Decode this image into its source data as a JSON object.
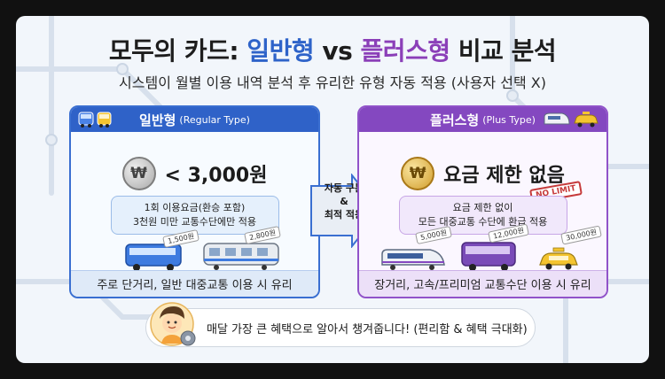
{
  "title": {
    "prefix": "모두의 카드:",
    "regular": "일반형",
    "vs": "vs",
    "plus": "플러스형",
    "suffix": "비교 분석"
  },
  "subtitle": "시스템이 월별 이용 내역 분석 후 유리한 유형 자동 적용 (사용자 선택 X)",
  "regular": {
    "header": "일반형",
    "header_en": "(Regular Type)",
    "coin_symbol": "₩",
    "price": "< 3,000원",
    "note_line1": "1회 이용요금(환승 포함)",
    "note_line2": "3천원 미만 교통수단에만 적용",
    "tags": [
      "1,500원",
      "2,800원"
    ],
    "footer": "주로 단거리, 일반 대중교통 이용 시 유리",
    "color": "#2f62c8"
  },
  "plus": {
    "header": "플러스형",
    "header_en": "(Plus Type)",
    "coin_symbol": "₩",
    "price": "요금 제한 없음",
    "stamp": "NO LIMIT",
    "note_line1": "요금 제한 없이",
    "note_line2": "모든 대중교통 수단에 환급 적용",
    "tags": [
      "5,000원",
      "12,000원",
      "30,000원"
    ],
    "footer": "장거리, 고속/프리미엄 교통수단 이용 시 유리",
    "color": "#8448c0"
  },
  "arrow": {
    "line1": "자동 구분",
    "line2": "&",
    "line3": "최적 적용"
  },
  "bottom_message": "매달 가장 큰 혜택으로 알아서 챙겨줍니다! (편리함 & 혜택 극대화)"
}
